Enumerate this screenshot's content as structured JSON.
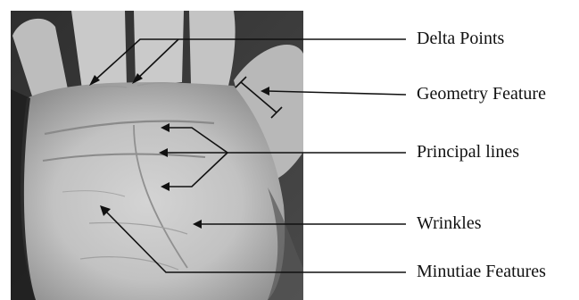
{
  "figure": {
    "image_description_icon": "palm-print-grayscale-photo",
    "colors": {
      "ink": "#111111",
      "background": "#ffffff"
    }
  },
  "labels": [
    {
      "id": "delta",
      "text": "Delta Points"
    },
    {
      "id": "geometry",
      "text": "Geometry Feature"
    },
    {
      "id": "principal",
      "text": "Principal lines"
    },
    {
      "id": "wrinkles",
      "text": "Wrinkles"
    },
    {
      "id": "minutiae",
      "text": "Minutiae Features"
    }
  ]
}
